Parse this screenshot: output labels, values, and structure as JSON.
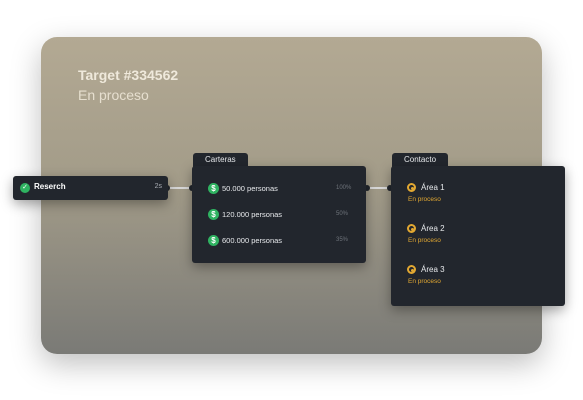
{
  "target": {
    "title": "Target #334562",
    "status": "En proceso"
  },
  "research": {
    "label": "Reserch",
    "duration": "2s",
    "status_icon": "check-circle-icon"
  },
  "carteras": {
    "tab": "Carteras",
    "rows": [
      {
        "text": "50.000 personas",
        "pct": "100%"
      },
      {
        "text": "120.000 personas",
        "pct": "50%"
      },
      {
        "text": "600.000 personas",
        "pct": "35%"
      }
    ]
  },
  "contacto": {
    "tab": "Contacto",
    "areas": [
      {
        "name": "Área 1",
        "status": "En proceso"
      },
      {
        "name": "Área 2",
        "status": "En proceso"
      },
      {
        "name": "Área 3",
        "status": "En proceso"
      }
    ]
  },
  "colors": {
    "success": "#2fb361",
    "pending": "#e2a832",
    "panel": "#22262d"
  }
}
